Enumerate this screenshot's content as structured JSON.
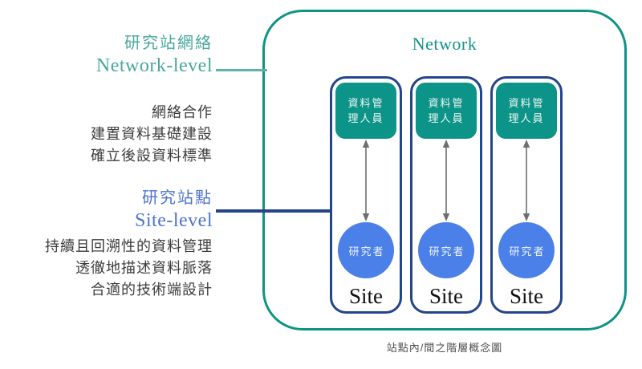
{
  "left_panel": {
    "network": {
      "title_zh": "研究站網絡",
      "title_en": "Network-level",
      "items": [
        "網絡合作",
        "建置資料基礎建設",
        "確立後設資料標準"
      ]
    },
    "site": {
      "title_zh": "研究站點",
      "title_en": "Site-level",
      "items": [
        "持續且回溯性的資料管理",
        "透徹地描述資料脈落",
        "合適的技術端設計"
      ]
    }
  },
  "diagram": {
    "network_label": "Network",
    "sites": [
      {
        "manager": "資料管理人員",
        "researcher": "研究者",
        "label": "Site"
      },
      {
        "manager": "資料管理人員",
        "researcher": "研究者",
        "label": "Site"
      },
      {
        "manager": "資料管理人員",
        "researcher": "研究者",
        "label": "Site"
      }
    ],
    "caption": "站點內/間之階層概念圖"
  },
  "colors": {
    "network_border": "#0e9384",
    "network_label_text": "#12948a",
    "network_accent_text": "#48a79c",
    "teal_connector": "#62b1a8",
    "manager_fill": "#0d9488",
    "site_border": "#24458a",
    "navy_connector": "#24458a",
    "site_accent_text": "#4c73cc",
    "researcher_fill": "#4a80e8",
    "body_text": "#3c3c3c",
    "caption_text": "#4d4d4d",
    "arrow_gray": "#6e6e6e"
  }
}
